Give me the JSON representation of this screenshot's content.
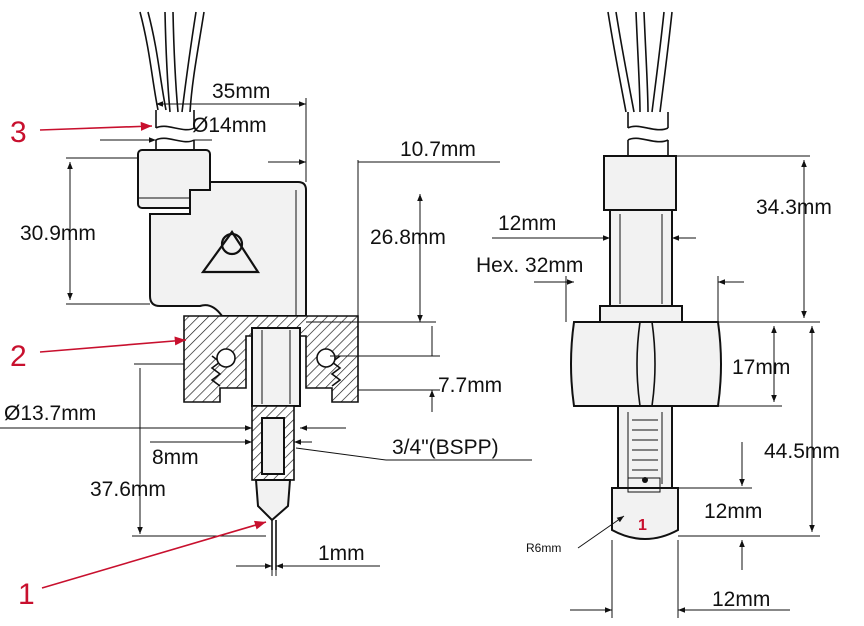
{
  "callouts": {
    "one": "1",
    "two": "2",
    "three": "3",
    "tip_one": "1"
  },
  "dimensions": {
    "d35": "35mm",
    "d14": "Ø14mm",
    "d10_7": "10.7mm",
    "d30_9": "30.9mm",
    "d26_8": "26.8mm",
    "d7_7": "7.7mm",
    "d13_7": "Ø13.7mm",
    "thread": "3/4\"(BSPP)",
    "d8": "8mm",
    "d37_6": "37.6mm",
    "d1": "1mm",
    "d12_top": "12mm",
    "hex": "Hex. 32mm",
    "d34_3": "34.3mm",
    "d17": "17mm",
    "d44_5": "44.5mm",
    "d12_right": "12mm",
    "r6": "R6mm",
    "d12_bottom": "12mm"
  },
  "colors": {
    "callout": "#c8102e",
    "line": "#111111"
  }
}
